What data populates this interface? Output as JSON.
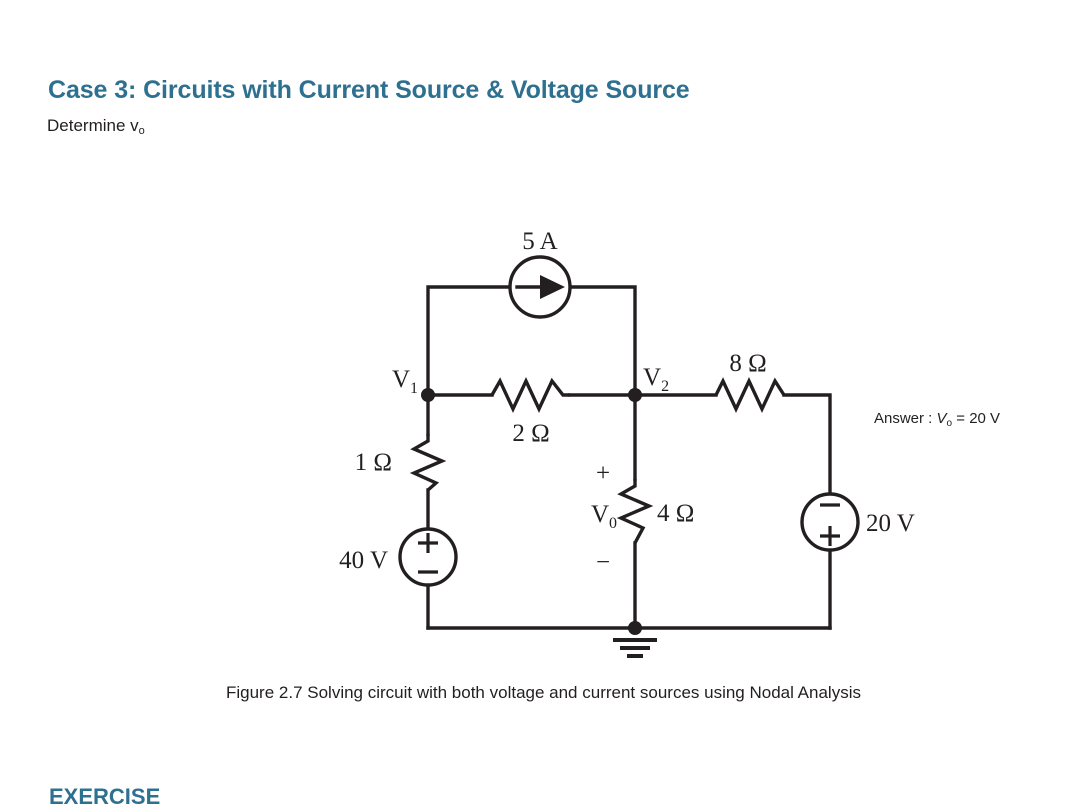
{
  "slide": {
    "title": "Case 3: Circuits with Current Source & Voltage Source",
    "subtitle_text": "Determine v",
    "subtitle_sub": "o",
    "title_color": "#2e7090",
    "next_section_heading": "EXERCISE"
  },
  "answer": {
    "prefix": "Answer : ",
    "symbol": "V",
    "symbol_sub": "o",
    "equals": " = 20 V"
  },
  "caption": {
    "text": "Figure 2.7 Solving circuit with both voltage and current sources using Nodal Analysis"
  },
  "circuit": {
    "nodes": [
      {
        "id": "v1",
        "label": "V",
        "sub": "1"
      },
      {
        "id": "v2",
        "label": "V",
        "sub": "2"
      }
    ],
    "components": [
      {
        "id": "current-source",
        "label": "5 A",
        "type": "current-source",
        "direction": "right"
      },
      {
        "id": "resistor-2ohm",
        "label": "2 Ω",
        "type": "resistor",
        "orientation": "horizontal"
      },
      {
        "id": "resistor-1ohm",
        "label": "1 Ω",
        "type": "resistor",
        "orientation": "vertical"
      },
      {
        "id": "resistor-4ohm",
        "label": "4 Ω",
        "type": "resistor",
        "orientation": "vertical"
      },
      {
        "id": "resistor-8ohm",
        "label": "8 Ω",
        "type": "resistor",
        "orientation": "horizontal"
      },
      {
        "id": "voltage-source-40v",
        "label": "40 V",
        "type": "voltage-source",
        "plus": "top",
        "minus": "bottom"
      },
      {
        "id": "voltage-source-20v",
        "label": "20 V",
        "type": "voltage-source",
        "plus": "bottom",
        "minus": "top"
      }
    ],
    "output_voltage": {
      "label": "V",
      "sub": "0",
      "plus_sign": "+",
      "minus_sign": "−"
    },
    "ground": {
      "id": "ground-symbol",
      "label": ""
    },
    "line_color": "#231f20"
  }
}
